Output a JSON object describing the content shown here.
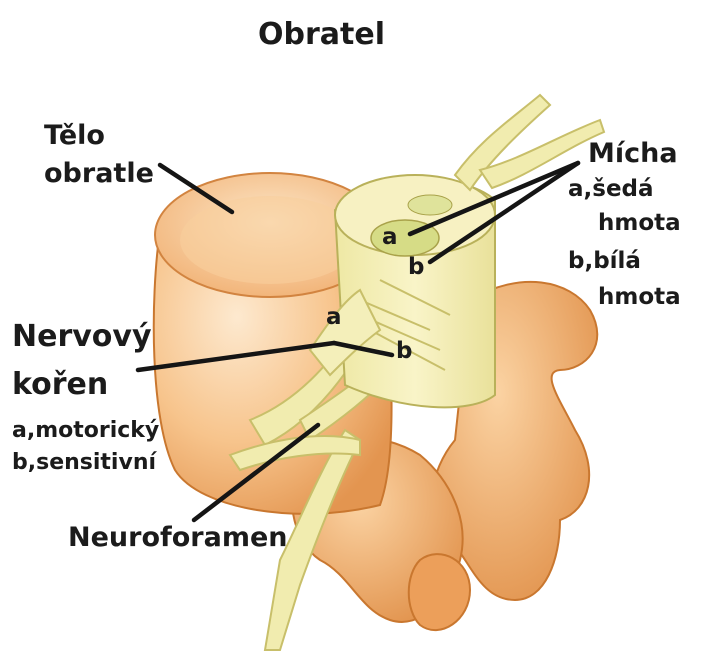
{
  "title": "Obratel",
  "labels": {
    "telo_line1": "Tělo",
    "telo_line2": "obratle",
    "micha": "Mícha",
    "micha_a": "a,šedá",
    "micha_a2": "hmota",
    "micha_b": "b,bílá",
    "micha_b2": "hmota",
    "cord_a": "a",
    "cord_b": "b",
    "root_a": "a",
    "root_b": "b",
    "nervovy": "Nervový",
    "koren": "kořen",
    "root_sub_a": "a,motorický",
    "root_sub_b": "b,sensitivní",
    "neuroforamen": "Neuroforamen"
  },
  "colors": {
    "bone_light": "#fbe3c0",
    "bone": "#f4b776",
    "bone_dark": "#d9833e",
    "cord": "#f6f0b8",
    "cord_gray": "#d7dc8a",
    "nerve": "#f2eeb0",
    "line": "#151515"
  }
}
